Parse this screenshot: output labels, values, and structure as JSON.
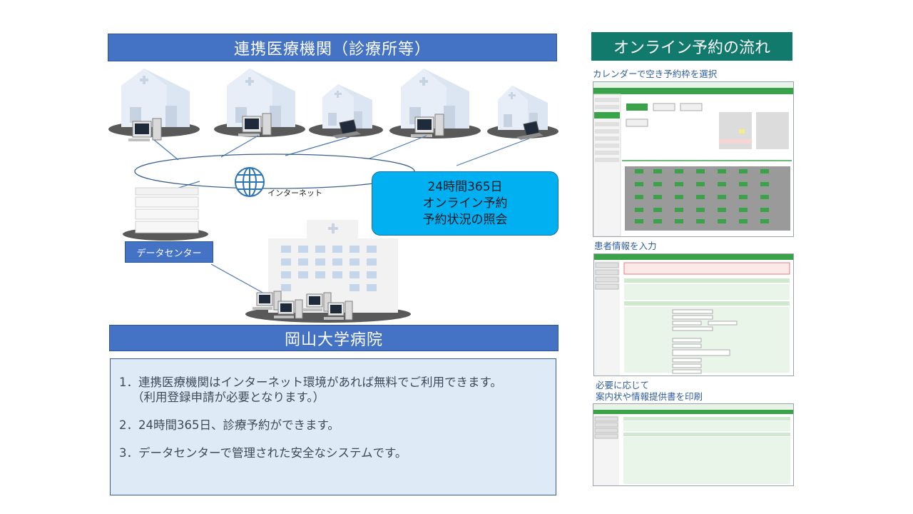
{
  "banners": {
    "clinics": "連携医療機関（診療所等）",
    "hospital": "岡山大学病院",
    "flow": "オンライン予約の流れ"
  },
  "network_label": "インターネット",
  "datacenter_label": "データセンター",
  "callout": {
    "line1": "24時間365日",
    "line2": "オンライン予約",
    "line3": "予約状況の照会"
  },
  "info_items": [
    {
      "text": "1．連携医療機関はインターネット環境があれば無料でご利用できます。",
      "sub": "（利用登録申請が必要となります。）"
    },
    {
      "text": "2．24時間365日、診療予約ができます。"
    },
    {
      "text": "3．データセンターで管理された安全なシステムです。"
    }
  ],
  "steps": [
    {
      "caption": "カレンダーで空き予約枠を選択"
    },
    {
      "caption": "患者情報を入力"
    },
    {
      "caption_line1": "必要に応じて",
      "caption_line2": "案内状や情報提供書を印刷"
    }
  ],
  "colors": {
    "banner": "#4472c4",
    "flow_title": "#127a6c",
    "callout": "#00b0f0",
    "info_bg": "#deebf7",
    "house": "#dce6f2",
    "building": "#f2f2f2"
  }
}
